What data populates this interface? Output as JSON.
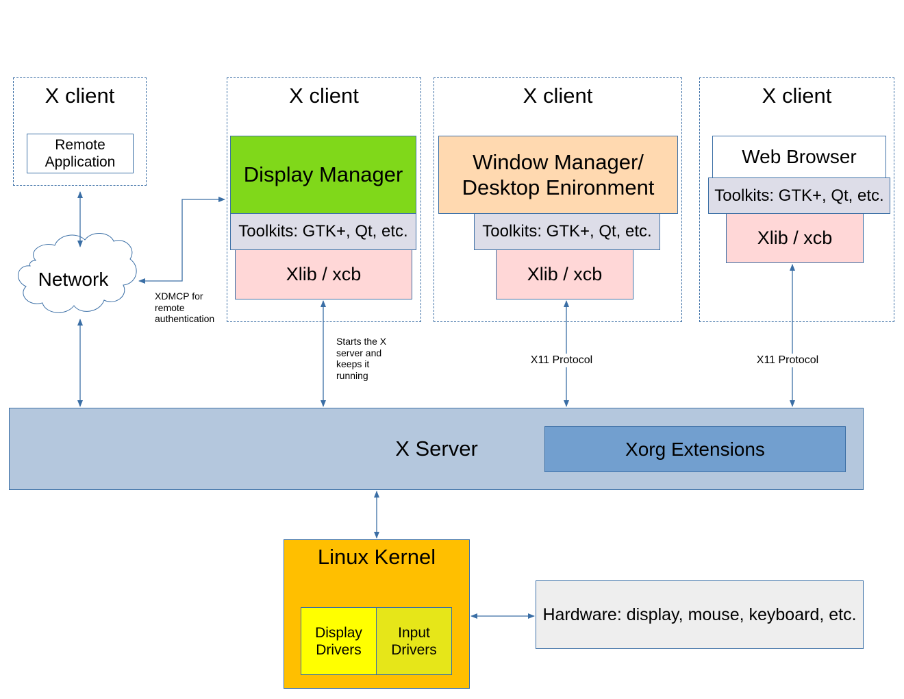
{
  "clients": [
    {
      "title": "X client",
      "app": "Remote Application"
    },
    {
      "title": "X client",
      "app": "Display Manager",
      "toolkit": "Toolkits: GTK+, Qt, etc.",
      "xlib": "Xlib / xcb"
    },
    {
      "title": "X client",
      "app_line1": "Window Manager/",
      "app_line2": "Desktop Enironment",
      "toolkit": "Toolkits: GTK+, Qt, etc.",
      "xlib": "Xlib / xcb"
    },
    {
      "title": "X client",
      "app": "Web Browser",
      "toolkit": "Toolkits: GTK+, Qt, etc.",
      "xlib": "Xlib / xcb"
    }
  ],
  "network": {
    "label": "Network"
  },
  "annotations": {
    "xdmcp": [
      "XDMCP for",
      "remote",
      "authentication"
    ],
    "starts": [
      "Starts the X",
      "server and",
      "keeps it",
      "running"
    ],
    "x11_a": "X11 Protocol",
    "x11_b": "X11 Protocol"
  },
  "xserver": {
    "label": "X Server",
    "extensions": "Xorg Extensions"
  },
  "kernel": {
    "label": "Linux Kernel",
    "display_drivers": "Display Drivers",
    "input_drivers": "Input Drivers"
  },
  "hardware": {
    "label": "Hardware: display, mouse, keyboard, etc."
  },
  "colors": {
    "arrow": "#3a6ea5",
    "display_manager": "#80d81a",
    "window_manager": "#ffd9b0",
    "toolkit": "#dddde8",
    "xlib": "#ffd7d7",
    "xserver": "#b4c7dd",
    "extensions": "#729fcf",
    "kernel": "#ffbf00",
    "display_drivers": "#ffff00",
    "input_drivers": "#e6e619",
    "hardware": "#eeeeee"
  }
}
